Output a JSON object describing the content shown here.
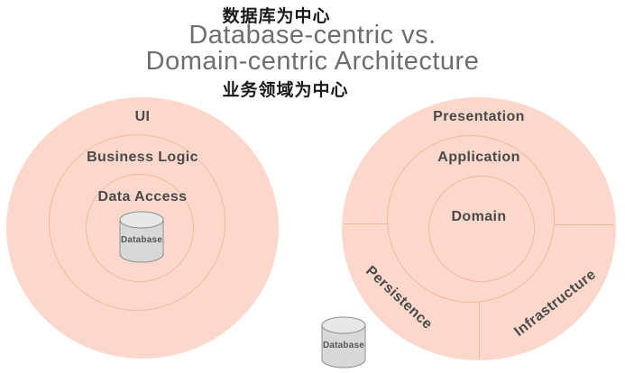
{
  "header": {
    "subtitle_zh_top": "数据库为中心",
    "title_line1": "Database-centric vs.",
    "title_line2": "Domain-centric Architecture",
    "subtitle_zh_bottom": "业务领域为中心"
  },
  "left_diagram": {
    "ring_outer": "UI",
    "ring_middle": "Business Logic",
    "ring_inner": "Data Access",
    "database_label": "Database"
  },
  "right_diagram": {
    "ring_outer": "Presentation",
    "ring_middle": "Application",
    "ring_inner": "Domain",
    "segment_bottom_left": "Persistence",
    "segment_bottom_right": "Infrastructure",
    "database_label": "Database"
  },
  "colors": {
    "circle_fill": "#fbd8cb",
    "circle_stroke": "#eba078",
    "title_text": "#6e6e6e",
    "subtitle_text": "#1a1a1a",
    "label_text": "#4a4a4a",
    "cylinder_fill": "#d8d8d8",
    "cylinder_top_fill": "#e8e8e8",
    "cylinder_stroke": "#8f8f8f"
  }
}
